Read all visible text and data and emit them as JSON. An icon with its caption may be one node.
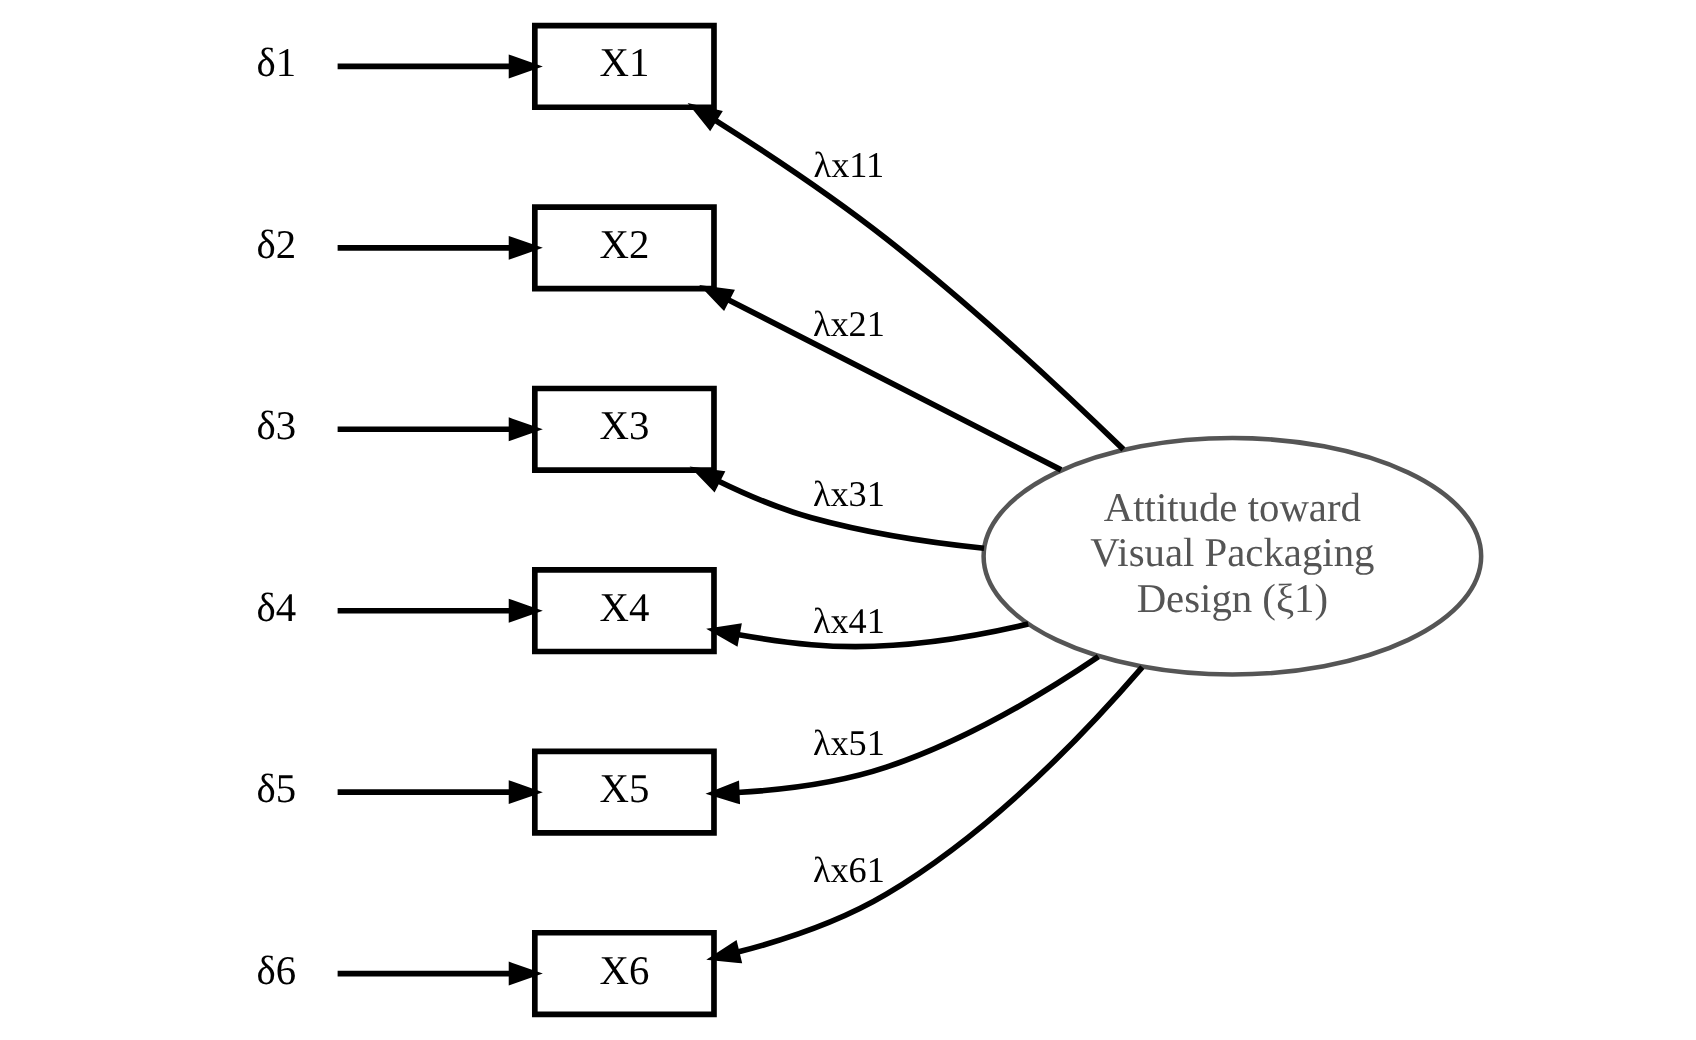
{
  "diagram": {
    "nodes": [
      {
        "text": [
          "δ1"
        ]
      },
      {
        "text": [
          "δ2"
        ]
      },
      {
        "text": [
          "δ3"
        ]
      },
      {
        "text": [
          "δ4"
        ]
      },
      {
        "text": [
          "δ5"
        ]
      },
      {
        "text": [
          "δ6"
        ]
      },
      {
        "text": [
          "X1"
        ]
      },
      {
        "text": [
          "X2"
        ]
      },
      {
        "text": [
          "X3"
        ]
      },
      {
        "text": [
          "X4"
        ]
      },
      {
        "text": [
          "X5"
        ]
      },
      {
        "text": [
          "X6"
        ]
      },
      {
        "text": [
          "Attitude toward Visual Packaging Design (ξ1)"
        ]
      }
    ],
    "edges": [
      {
        "from": 0,
        "to": 6,
        "arrow": "to"
      },
      {
        "from": 1,
        "to": 7,
        "arrow": "to"
      },
      {
        "from": 2,
        "to": 8,
        "arrow": "to"
      },
      {
        "from": 3,
        "to": 9,
        "arrow": "to"
      },
      {
        "from": 4,
        "to": 10,
        "arrow": "to"
      },
      {
        "from": 5,
        "to": 11,
        "arrow": "to"
      },
      {
        "from": 12,
        "to": 6,
        "label": "λx11",
        "arrow": "to"
      },
      {
        "from": 12,
        "to": 7,
        "label": "λx21",
        "arrow": "to"
      },
      {
        "from": 12,
        "to": 8,
        "label": "λx31",
        "arrow": "to"
      },
      {
        "from": 12,
        "to": 9,
        "label": "λx41",
        "arrow": "to"
      },
      {
        "from": 12,
        "to": 10,
        "label": "λx51",
        "arrow": "to"
      },
      {
        "from": 12,
        "to": 11,
        "label": "λx61",
        "arrow": "to"
      }
    ]
  }
}
